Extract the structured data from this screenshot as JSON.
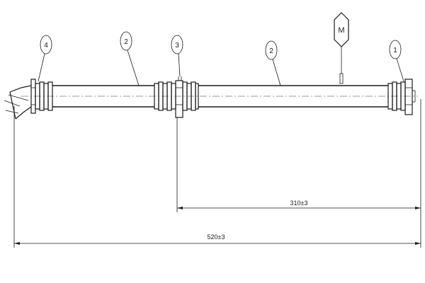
{
  "callouts": {
    "part_4": "4",
    "part_2_left": "2",
    "part_3": "3",
    "part_2_right": "2",
    "part_1": "1",
    "marker_m": "M"
  },
  "dimensions": {
    "inner_length": "310±3",
    "total_length": "520±3"
  }
}
